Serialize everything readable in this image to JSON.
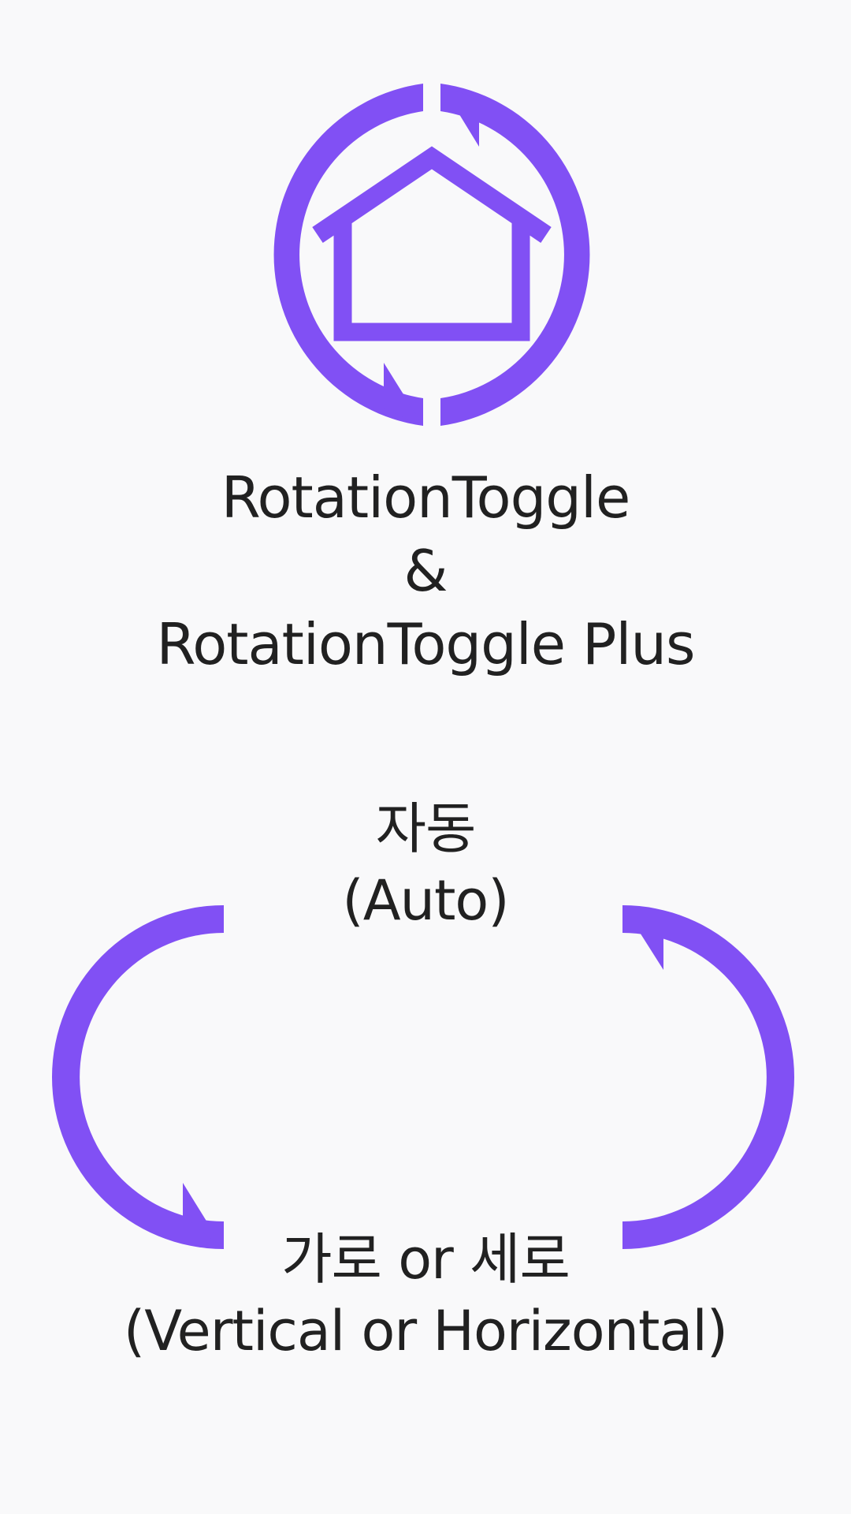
{
  "accent_color": "#8150f4",
  "logo": {
    "icon": "house-rotation-icon"
  },
  "title": {
    "line1": "RotationToggle",
    "line2": "&",
    "line3": "RotationToggle Plus"
  },
  "modes": {
    "auto": {
      "label": "자동",
      "sublabel": "(Auto)"
    },
    "fixed": {
      "label": "가로 or 세로",
      "sublabel": "(Vertical or Horizontal)"
    }
  },
  "cycle_icons": [
    "rotate-left-arrow-icon",
    "rotate-right-arrow-icon"
  ]
}
